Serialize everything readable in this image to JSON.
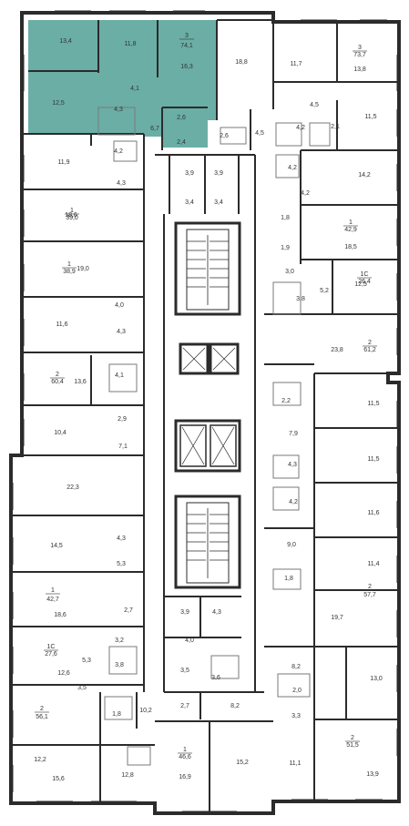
{
  "colors": {
    "highlight": "#6aaea6",
    "wall": "#2b2b2b",
    "thin": "#7a7a7a",
    "text": "#333333",
    "background": "#ffffff"
  },
  "apartments": [
    {
      "id": "apt-top-highlighted",
      "rooms": "3",
      "total": "74,1"
    },
    {
      "id": "apt-top-right",
      "rooms": "3",
      "total": "73,7"
    },
    {
      "id": "apt-left-1",
      "rooms": "1",
      "total": "39,0"
    },
    {
      "id": "apt-left-2",
      "rooms": "1",
      "total": "38,9"
    },
    {
      "id": "apt-left-3",
      "rooms": "2",
      "total": "60,4"
    },
    {
      "id": "apt-left-4",
      "rooms": "1",
      "total": "42,7"
    },
    {
      "id": "apt-left-5",
      "rooms": "1С",
      "total": "27,6"
    },
    {
      "id": "apt-left-6",
      "rooms": "2",
      "total": "56,1"
    },
    {
      "id": "apt-bottom-center",
      "rooms": "1",
      "total": "46,6"
    },
    {
      "id": "apt-right-1",
      "rooms": "1",
      "total": "42,9"
    },
    {
      "id": "apt-right-2",
      "rooms": "1С",
      "total": "26,4"
    },
    {
      "id": "apt-right-3",
      "rooms": "2",
      "total": "61,2"
    },
    {
      "id": "apt-right-4",
      "rooms": "2",
      "total": "57,7"
    },
    {
      "id": "apt-right-5",
      "rooms": "2",
      "total": "51,5"
    }
  ],
  "room_areas": [
    "13,4",
    "11,8",
    "16,3",
    "12,5",
    "4,1",
    "4,3",
    "6,7",
    "2,6",
    "2,4",
    "4,2",
    "18,8",
    "2,6",
    "4,5",
    "11,7",
    "13,8",
    "4,5",
    "11,5",
    "4,2",
    "2,1",
    "11,9",
    "4,3",
    "18,6",
    "3,9",
    "3,9",
    "3,4",
    "3,4",
    "4,2",
    "14,2",
    "4,2",
    "1,8",
    "18,5",
    "1,9",
    "19,0",
    "3,0",
    "5,2",
    "3,8",
    "12,5",
    "4,0",
    "11,6",
    "4,3",
    "23,8",
    "13,6",
    "4,1",
    "2,2",
    "11,5",
    "2,9",
    "7,9",
    "10,4",
    "7,1",
    "11,5",
    "22,3",
    "4,3",
    "4,2",
    "11,6",
    "14,5",
    "4,3",
    "9,0",
    "5,3",
    "11,4",
    "1,8",
    "18,6",
    "2,7",
    "19,7",
    "3,9",
    "4,3",
    "4,0",
    "3,2",
    "5,3",
    "3,8",
    "12,6",
    "8,2",
    "13,0",
    "3,5",
    "3,6",
    "2,0",
    "3,5",
    "1,8",
    "10,2",
    "2,7",
    "8,2",
    "3,3",
    "12,2",
    "15,6",
    "12,8",
    "16,9",
    "15,2",
    "11,1",
    "13,9"
  ]
}
